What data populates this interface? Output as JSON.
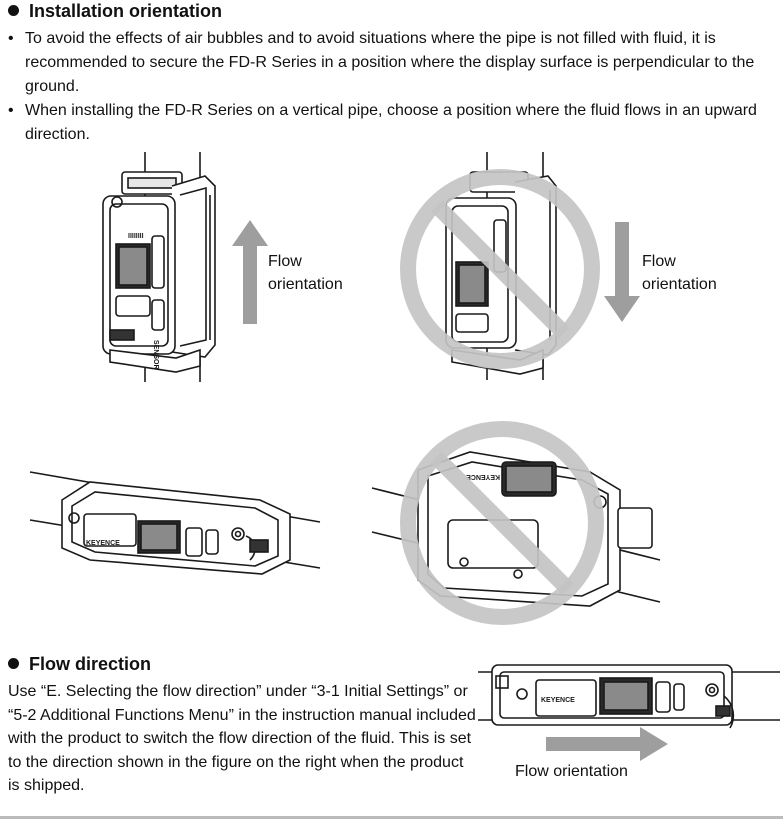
{
  "installation": {
    "heading": "Installation orientation",
    "bullets": [
      "To avoid the effects of air bubbles and to avoid situations where the pipe is not filled with fluid, it is recommended to secure the FD-R Series in a position where the display surface is perpendicular to the ground.",
      "When installing the FD-R Series on a vertical pipe, choose a position where the fluid flows in an upward direction."
    ],
    "figures": {
      "vertical_ok_caption_line1": "Flow",
      "vertical_ok_caption_line2": "orientation",
      "vertical_ng_caption_line1": "Flow",
      "vertical_ng_caption_line2": "orientation",
      "vertical_ok_arrow": "up",
      "vertical_ng_arrow": "down",
      "prohibited_marks": 2
    },
    "device_labels": {
      "vertical_side": "SENSOR",
      "brand": "KEYENCE",
      "brand_mirrored": "KEYENCE"
    }
  },
  "flow_direction": {
    "heading": "Flow direction",
    "paragraph": "Use “E. Selecting the flow direction” under “3-1 Initial Settings” or “5-2 Additional Functions Menu” in the instruction manual included with the product to switch the flow direction of the fluid. This is set to the direction shown in the figure on the right when the product is shipped.",
    "caption": "Flow orientation",
    "arrow": "right",
    "device_label": "KEYENCE"
  },
  "colors": {
    "text": "#111111",
    "arrow_gray": "#9e9e9e",
    "prohibit_gray": "#c4c4c4",
    "line": "#1a1a1a"
  },
  "icons": [
    "bullet-dot-icon",
    "up-arrow-icon",
    "down-arrow-icon",
    "right-arrow-icon",
    "prohibited-icon"
  ]
}
